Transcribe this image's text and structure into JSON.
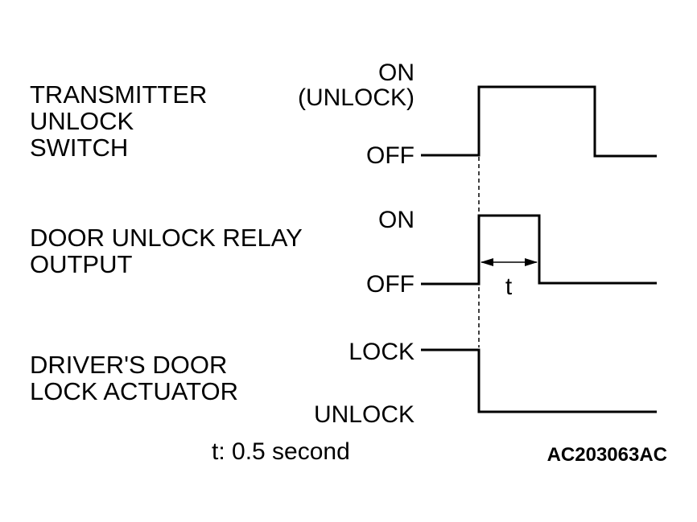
{
  "signals": [
    {
      "name_lines": [
        "TRANSMITTER",
        "UNLOCK",
        "SWITCH"
      ],
      "high_label": [
        "ON",
        "(UNLOCK)"
      ],
      "low_label": "OFF"
    },
    {
      "name_lines": [
        "DOOR UNLOCK RELAY",
        "OUTPUT"
      ],
      "high_label": [
        "ON"
      ],
      "low_label": "OFF",
      "pulse_label": "t"
    },
    {
      "name_lines": [
        "DRIVER'S DOOR",
        "LOCK ACTUATOR"
      ],
      "high_label": [
        "LOCK"
      ],
      "low_label": "UNLOCK"
    }
  ],
  "note": "t: 0.5 second",
  "figure_code": "AC203063AC",
  "colors": {
    "line": "#000000",
    "background": "#ffffff"
  }
}
